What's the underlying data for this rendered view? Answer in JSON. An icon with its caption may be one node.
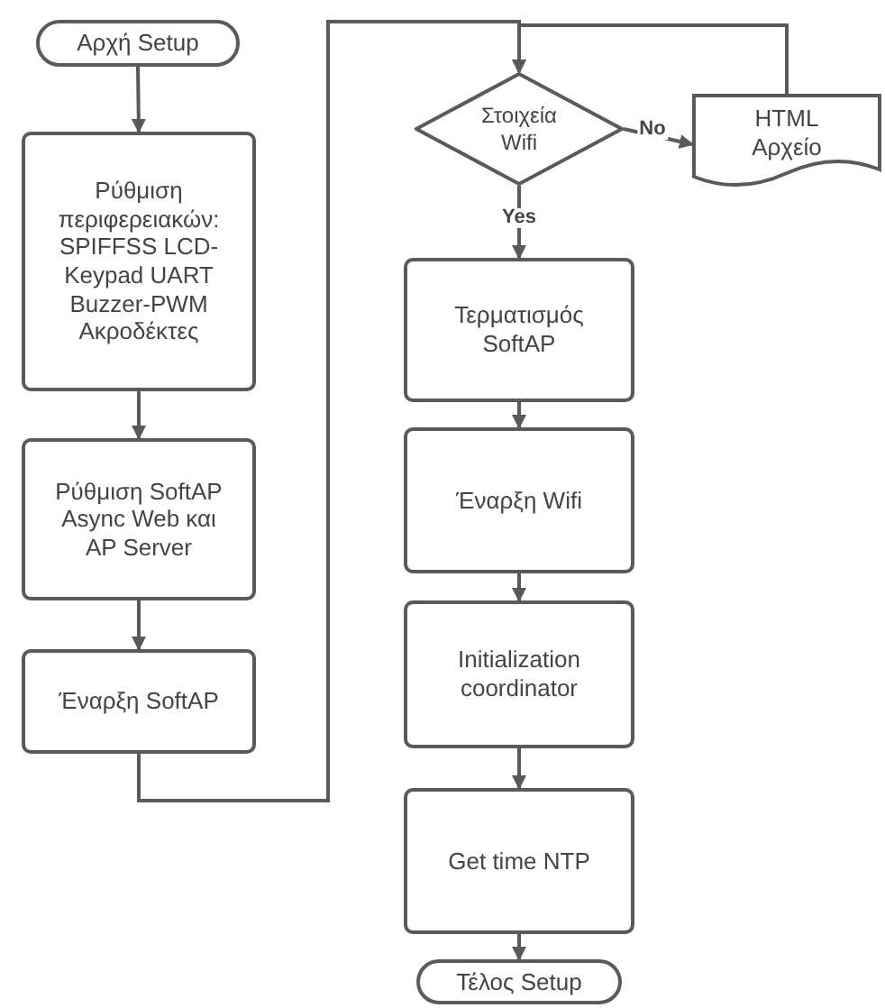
{
  "diagram": {
    "nodes": [
      {
        "text": [
          "Αρχή Setup"
        ]
      },
      {
        "text": [
          "Ρύθμιση περιφερειακών: SPIFFSS LCD-Keypad UART Buzzer-PWM Ακροδέκτες"
        ]
      },
      {
        "text": [
          "Ρύθμιση SoftAP Async Web και AP Server"
        ]
      },
      {
        "text": [
          "Έναρξη SoftAP"
        ]
      },
      {
        "text": [
          "Στοιχεία Wifi"
        ]
      },
      {
        "text": [
          "HTML Αρχείο"
        ]
      },
      {
        "text": [
          "Τερματισμός SoftAP"
        ]
      },
      {
        "text": [
          "Έναρξη Wifi"
        ]
      },
      {
        "text": [
          "Initialization coordinator"
        ]
      },
      {
        "text": [
          "Get time NTP"
        ]
      },
      {
        "text": [
          "Τέλος Setup"
        ]
      }
    ],
    "edges": [
      {
        "from": 0,
        "to": 1,
        "arrow": "to"
      },
      {
        "from": 1,
        "to": 2,
        "arrow": "to"
      },
      {
        "from": 2,
        "to": 3,
        "arrow": "to"
      },
      {
        "from": 3,
        "to": 4,
        "arrow": "to"
      },
      {
        "from": 4,
        "to": 5,
        "arrow": "to",
        "label": "No"
      },
      {
        "from": 5,
        "to": 4,
        "arrow": "to"
      },
      {
        "from": 4,
        "to": 6,
        "arrow": "to",
        "label": "Yes"
      },
      {
        "from": 6,
        "to": 7,
        "arrow": "to"
      },
      {
        "from": 7,
        "to": 8,
        "arrow": "to"
      },
      {
        "from": 8,
        "to": 9,
        "arrow": "to"
      },
      {
        "from": 9,
        "to": 10,
        "arrow": "to"
      }
    ]
  }
}
